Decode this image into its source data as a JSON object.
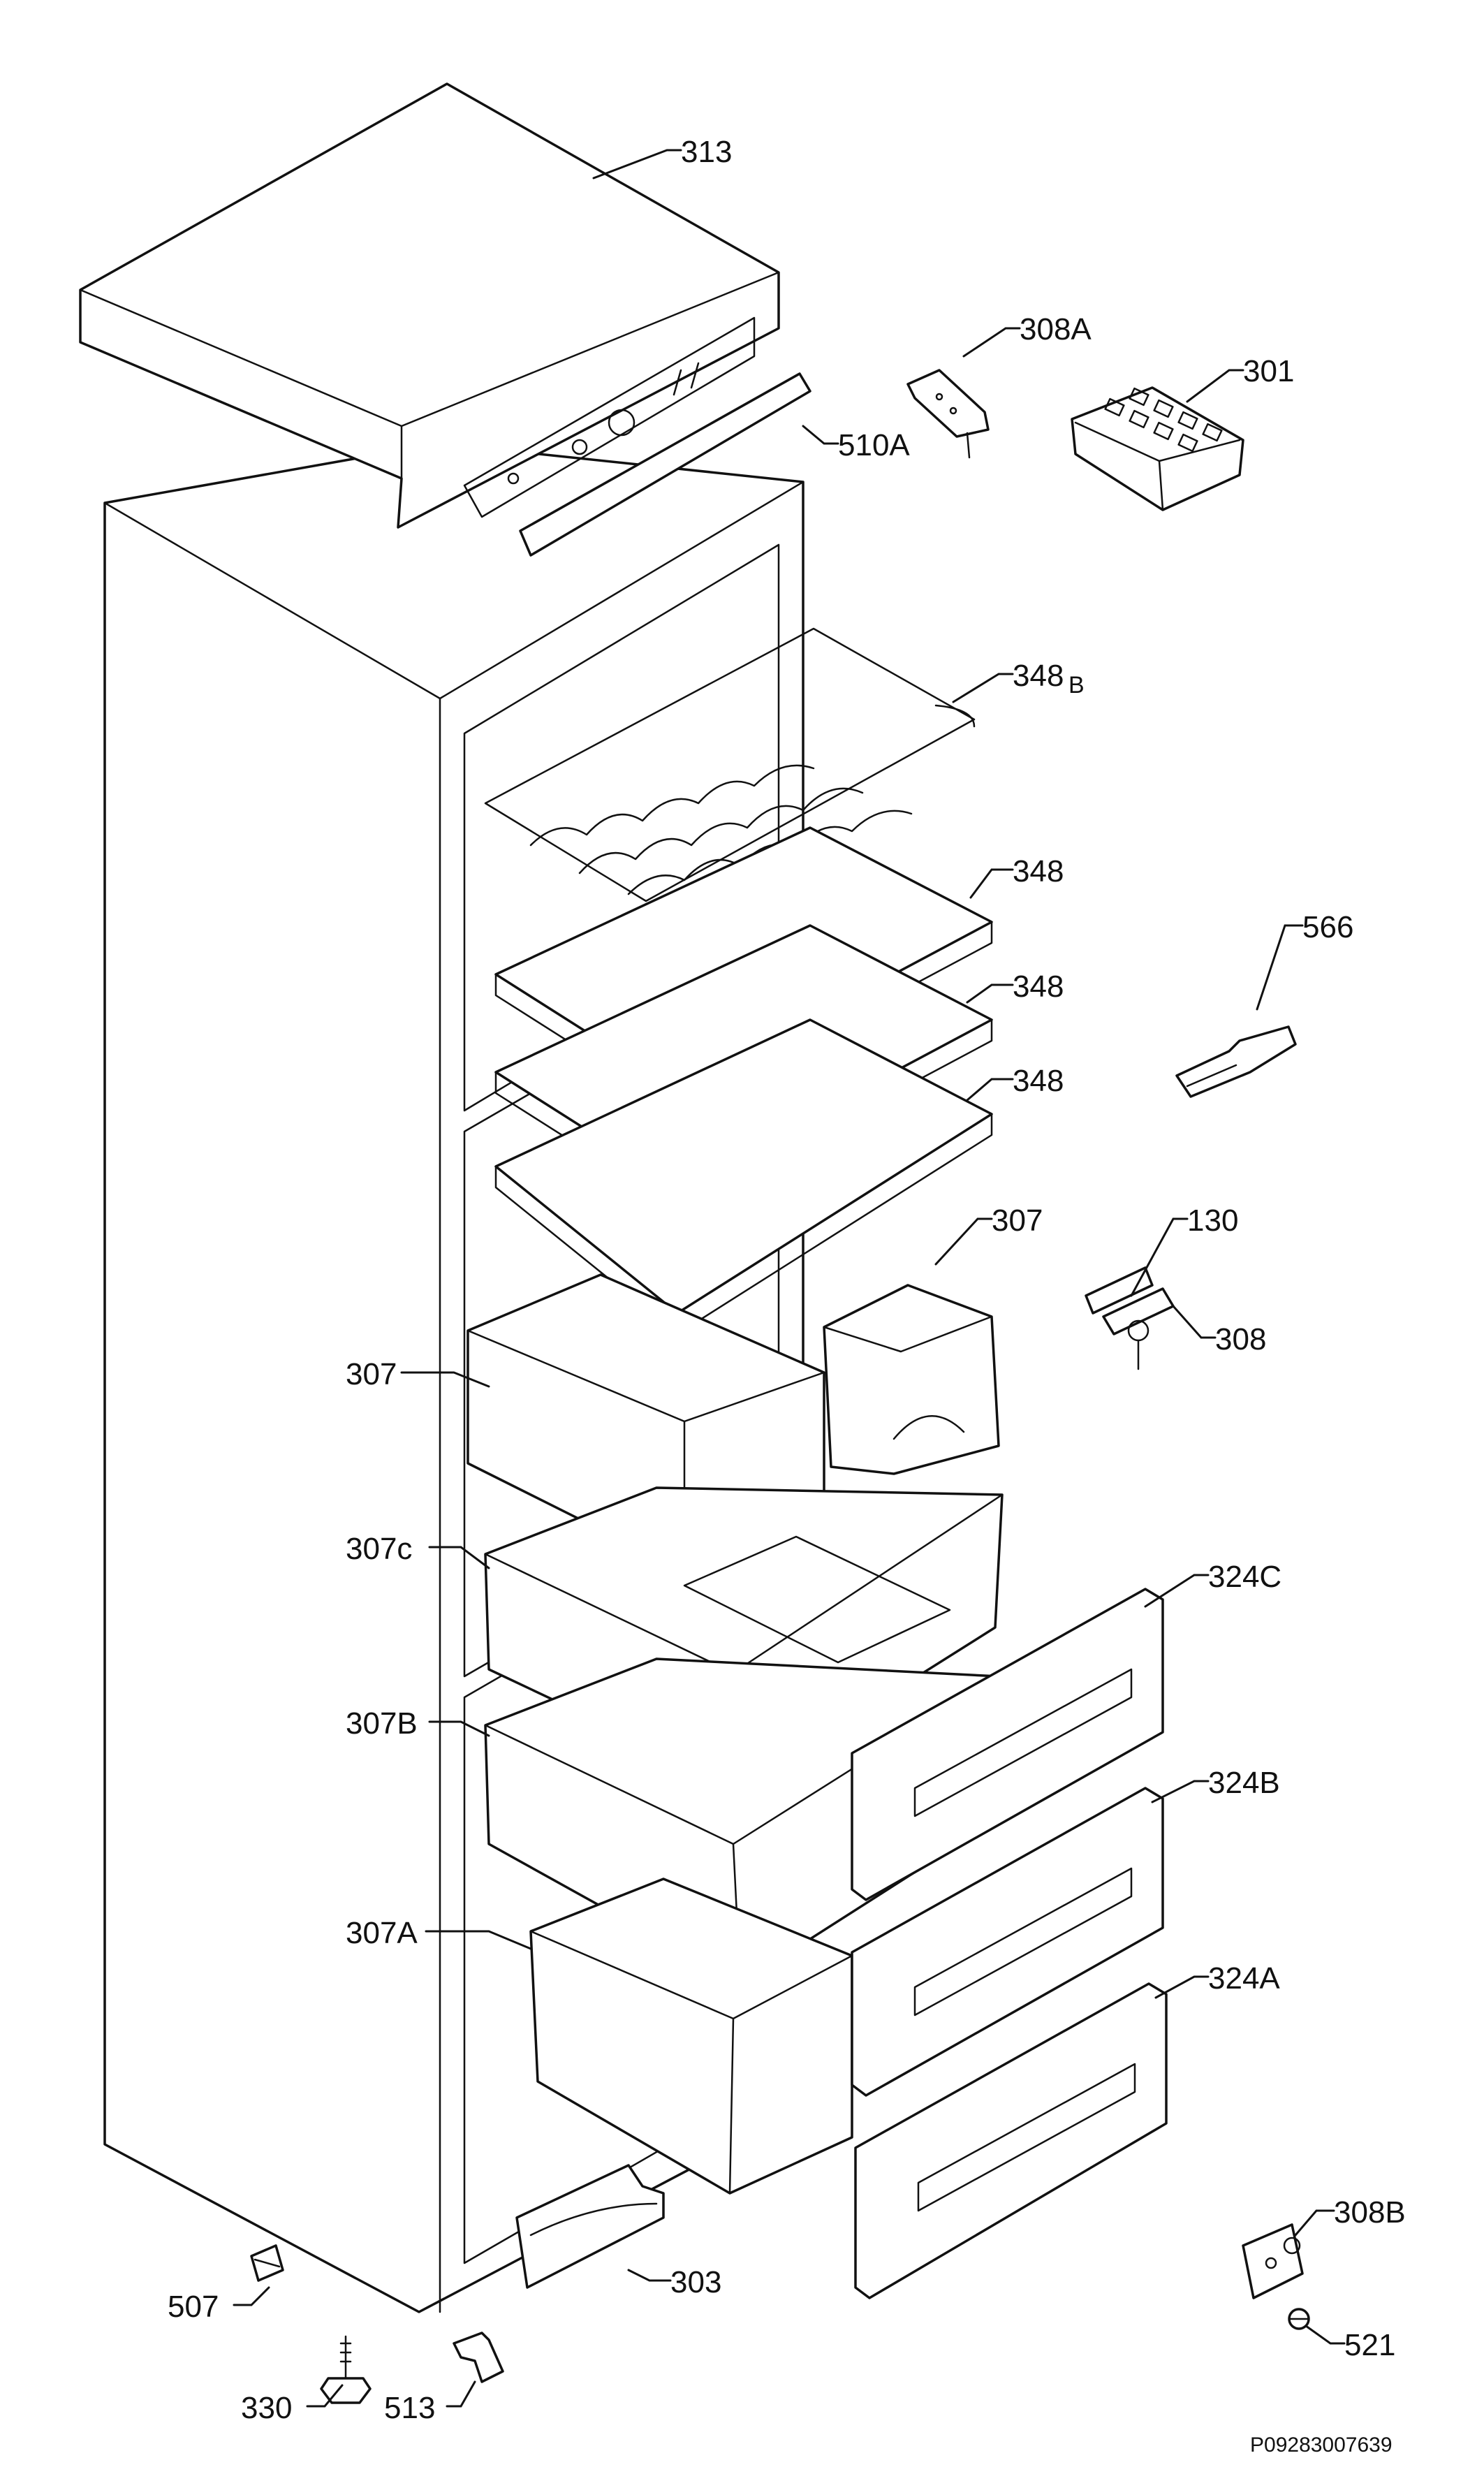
{
  "labels": {
    "p313": "313",
    "p308A": "308A",
    "p301": "301",
    "p510A": "510A",
    "p348B": "348",
    "p348B_sub": "B",
    "p348_1": "348",
    "p348_2": "348",
    "p348_3": "348",
    "p566": "566",
    "p307_right": "307",
    "p130": "130",
    "p308": "308",
    "p307_left": "307",
    "p307c": "307c",
    "p324C": "324C",
    "p307B": "307B",
    "p324B": "324B",
    "p307A": "307A",
    "p324A": "324A",
    "p308B": "308B",
    "p507": "507",
    "p521": "521",
    "p330": "330",
    "p513": "513",
    "p303": "303"
  },
  "drawing_code": "P09283007639"
}
